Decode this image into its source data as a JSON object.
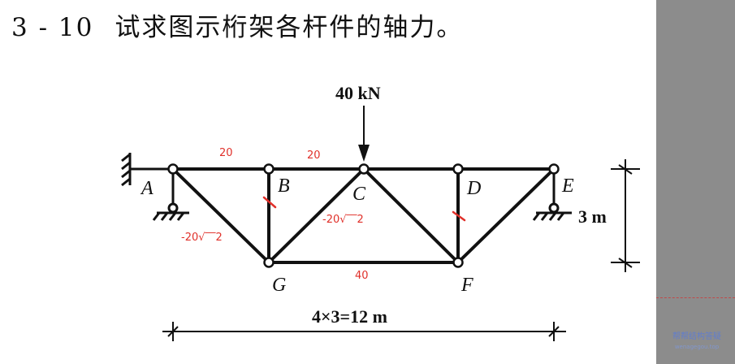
{
  "title": {
    "number": "3 - 10",
    "text": "试求图示桁架各杆件的轴力。"
  },
  "load_label": "40 kN",
  "height_label": "3 m",
  "span_label": "4×3=12 m",
  "node_labels": {
    "A": "A",
    "B": "B",
    "C": "C",
    "D": "D",
    "E": "E",
    "G": "G",
    "F": "F"
  },
  "annotations": {
    "ab_force": "20",
    "bc_force": "20",
    "ag_force": "-20√‾‾2",
    "gc_force": "-20√‾‾2",
    "gf_force": "40"
  },
  "colors": {
    "annotation": "#e0302a",
    "line": "#111111",
    "side_panel": "#8c8c8c"
  },
  "watermark": {
    "line1": "帮帮结构答疑",
    "line2": "wenagegou.top"
  }
}
